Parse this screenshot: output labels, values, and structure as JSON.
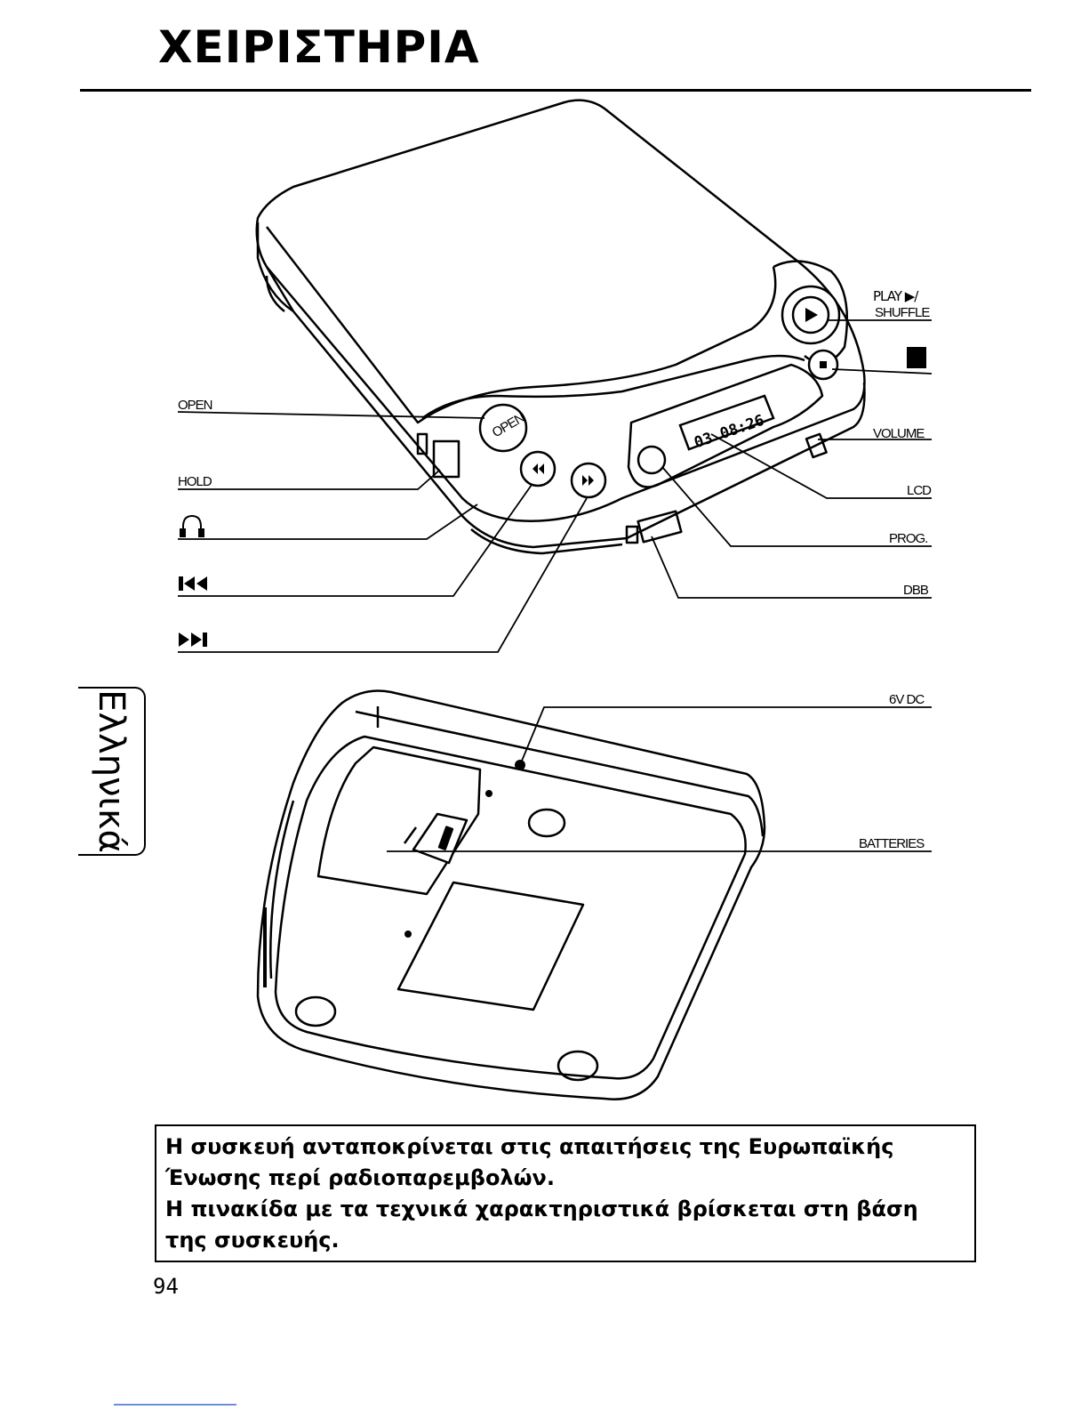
{
  "page": {
    "title": "ΧΕΙΡΙΣΤΗΡΙΑ",
    "language_tab": "Ελληνικά",
    "page_number": "94"
  },
  "labels": {
    "open": "OPEN",
    "hold": "HOLD",
    "play_line1": "PLAY ▶/",
    "play_line2": "SHUFFLE",
    "volume": "VOLUME",
    "lcd": "LCD",
    "prog": "PROG.",
    "dbb": "DBB",
    "dc": "6V DC",
    "batteries": "BATTERIES",
    "open_button": "OPEN",
    "lcd_readout": "03 08:26"
  },
  "icons": {
    "headphones": "headphones-icon",
    "previous": "previous-track-icon",
    "next": "next-track-icon",
    "stop": "stop-icon",
    "play": "play-icon"
  },
  "notice": {
    "line1": "Η συσκευή ανταποκρίνεται στις απαιτήσεις της Ευρωπαϊκής Ένωσης περί ραδιοπαρεμβολών.",
    "line2": "Η πινακίδα με τα τεχνικά χαρακτηριστικά βρίσκεται στη βάση της συσκευής."
  }
}
